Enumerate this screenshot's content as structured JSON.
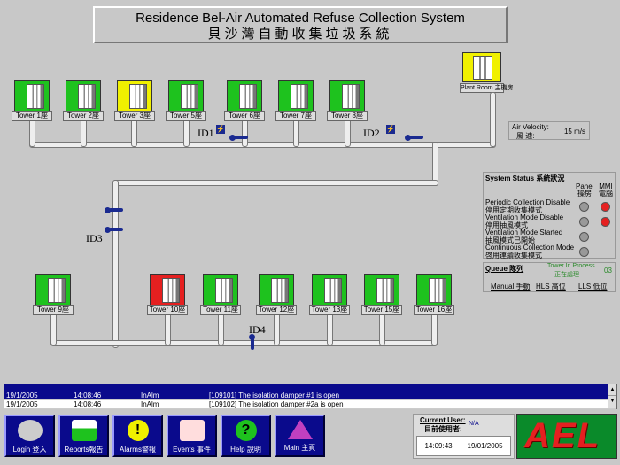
{
  "title": {
    "en": "Residence Bel-Air Automated Refuse Collection System",
    "zh": "貝沙灣自動收集垃圾系統"
  },
  "plant_room": {
    "label": "Plant Room 主機房"
  },
  "towers_top": [
    {
      "label": "Tower 1座",
      "status": "green"
    },
    {
      "label": "Tower 2座",
      "status": "green"
    },
    {
      "label": "Tower 3座",
      "status": "yellow"
    },
    {
      "label": "Tower 5座",
      "status": "green"
    },
    {
      "label": "Tower 6座",
      "status": "green"
    },
    {
      "label": "Tower 7座",
      "status": "green"
    },
    {
      "label": "Tower 8座",
      "status": "green"
    }
  ],
  "towers_bottom": [
    {
      "label": "Tower 9座",
      "status": "green"
    },
    {
      "label": "Tower 10座",
      "status": "red"
    },
    {
      "label": "Tower 11座",
      "status": "green"
    },
    {
      "label": "Tower 12座",
      "status": "green"
    },
    {
      "label": "Tower 13座",
      "status": "green"
    },
    {
      "label": "Tower 15座",
      "status": "green"
    },
    {
      "label": "Tower 16座",
      "status": "green"
    }
  ],
  "isolation_dampers": {
    "id1": "ID1",
    "id2": "ID2",
    "id3": "ID3",
    "id4": "ID4"
  },
  "air_velocity": {
    "label_en": "Air Velocity:",
    "label_zh": "風 速:",
    "value": "15 m/s"
  },
  "system_status": {
    "title": "System Status 系統狀況",
    "col_panel": "Panel 操房",
    "col_mmi": "MMI 電腦",
    "items": [
      {
        "en": "Periodic Collection Disable",
        "zh": "停用定期收集模式",
        "panel": "#999999",
        "mmi": "#e52020"
      },
      {
        "en": "Ventilation Mode Disable",
        "zh": "停用抽風模式",
        "panel": "#999999",
        "mmi": "#e52020"
      },
      {
        "en": "Ventilation Mode Started",
        "zh": "抽風模式已開始",
        "panel": "#999999",
        "mmi": ""
      },
      {
        "en": "Continuous Collection Mode",
        "zh": "啓用連續收集模式",
        "panel": "#999999",
        "mmi": ""
      }
    ]
  },
  "queue": {
    "title": "Queue 隊列",
    "tower_in_process_en": "Tower In Process",
    "tower_in_process_zh": "正在處理",
    "tower_in_process_value": "03",
    "manual": "Manual 手動",
    "hls": "HLS 高位",
    "lls": "LLS 低位"
  },
  "events": [
    {
      "date": "19/1/2005",
      "time": "14:08:46",
      "type": "InAlm",
      "message": "[109101] The isolation damper #1 is open"
    },
    {
      "date": "19/1/2005",
      "time": "14:08:46",
      "type": "InAlm",
      "message": "[109102] The isolation damper #2a is open"
    }
  ],
  "buttons": [
    {
      "label": "Login 登入",
      "icon": "login-icon"
    },
    {
      "label": "Reports報告",
      "icon": "reports-icon"
    },
    {
      "label": "Alarms警報",
      "icon": "alarm-icon"
    },
    {
      "label": "Events 事件",
      "icon": "events-icon"
    },
    {
      "label": "Help 說明",
      "icon": "help-icon"
    },
    {
      "label": "Main 主頁",
      "icon": "main-icon"
    }
  ],
  "current_user": {
    "label": "Current User:",
    "label_zh": "目前使用者:",
    "value": "N/A"
  },
  "clock": {
    "time": "14:09:43",
    "date": "19/01/2005"
  },
  "logo": {
    "text": "AEL"
  },
  "colors": {
    "ok": "#1ec21e",
    "warning": "#f0f000",
    "alarm": "#e52020",
    "button_bg": "#0a0a8c"
  }
}
